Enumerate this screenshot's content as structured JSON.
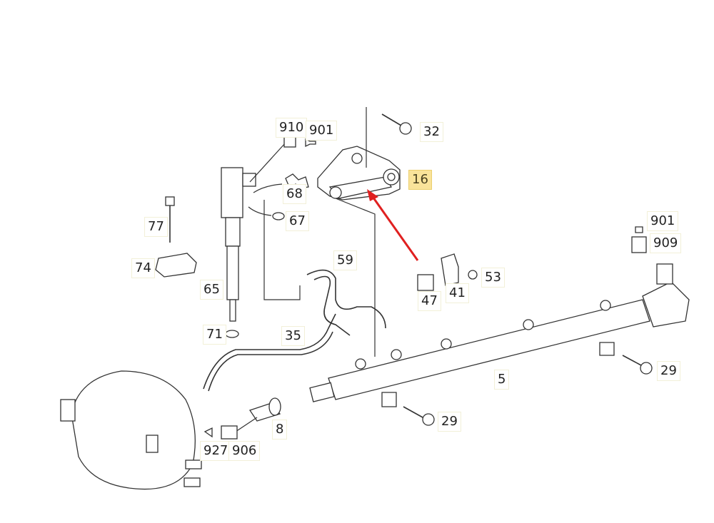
{
  "diagram": {
    "highlight_color": "#f9e39a",
    "arrow_color": "#e02020",
    "highlighted_part": "16",
    "labels": [
      {
        "id": "910",
        "text": "910"
      },
      {
        "id": "901a",
        "text": "901"
      },
      {
        "id": "32",
        "text": "32"
      },
      {
        "id": "16",
        "text": "16"
      },
      {
        "id": "68",
        "text": "68"
      },
      {
        "id": "67",
        "text": "67"
      },
      {
        "id": "77",
        "text": "77"
      },
      {
        "id": "901b",
        "text": "901"
      },
      {
        "id": "909",
        "text": "909"
      },
      {
        "id": "74",
        "text": "74"
      },
      {
        "id": "59",
        "text": "59"
      },
      {
        "id": "53",
        "text": "53"
      },
      {
        "id": "41",
        "text": "41"
      },
      {
        "id": "47",
        "text": "47"
      },
      {
        "id": "65",
        "text": "65"
      },
      {
        "id": "71",
        "text": "71"
      },
      {
        "id": "35",
        "text": "35"
      },
      {
        "id": "5",
        "text": "5"
      },
      {
        "id": "29a",
        "text": "29"
      },
      {
        "id": "29b",
        "text": "29"
      },
      {
        "id": "8",
        "text": "8"
      },
      {
        "id": "927",
        "text": "927"
      },
      {
        "id": "906",
        "text": "906"
      }
    ]
  }
}
